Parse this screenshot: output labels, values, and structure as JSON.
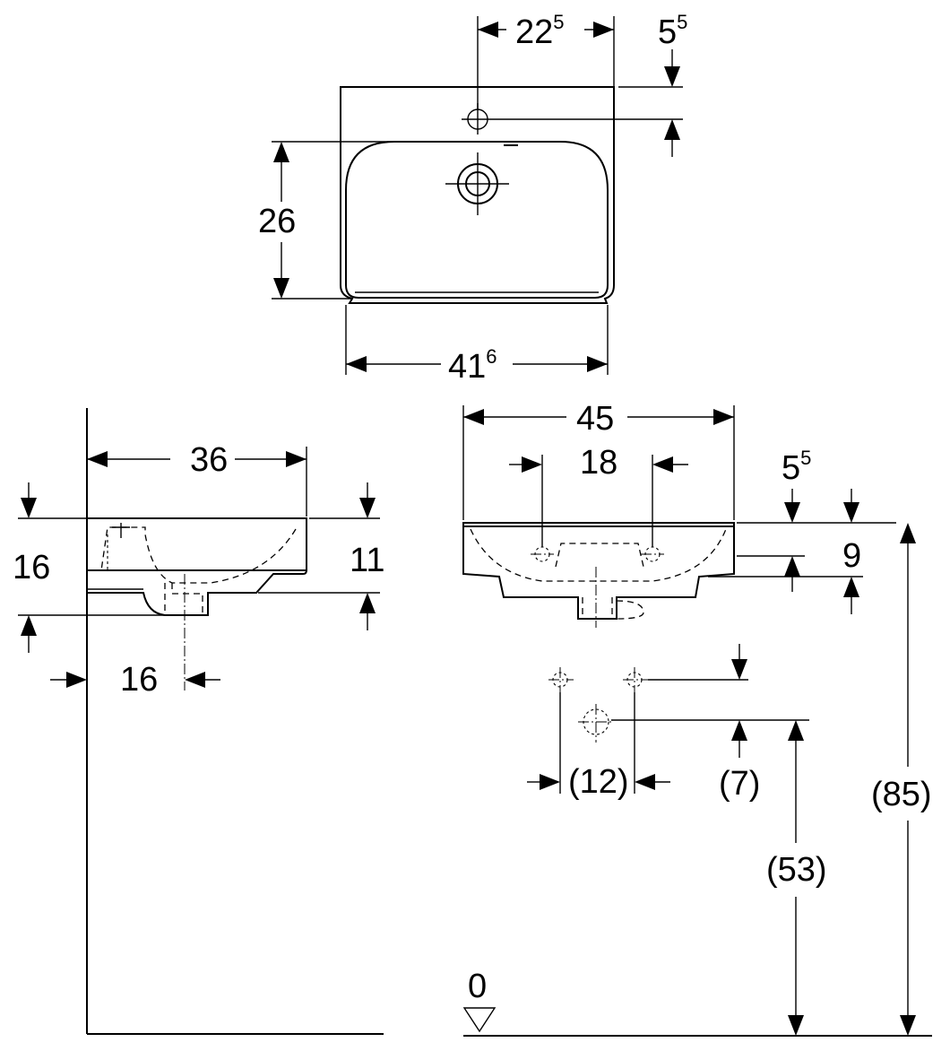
{
  "dimensions": {
    "top_view": {
      "tap_offset": "22",
      "tap_offset_sup": "5",
      "tap_depth": "5",
      "tap_depth_sup": "5",
      "bowl_depth": "26",
      "bowl_width": "41",
      "bowl_width_sup": "6"
    },
    "side_view": {
      "projection": "36",
      "overall_height": "16",
      "bowl_height": "11",
      "waste_offset": "16"
    },
    "front_view": {
      "width": "45",
      "tap_spacing": "18",
      "rim_offset": "5",
      "rim_offset_sup": "5",
      "rim_height": "9",
      "supply_spacing": "(12)",
      "supply_offset": "(7)",
      "waste_height": "(53)",
      "rim_height_floor": "(85)",
      "floor_level": "0"
    }
  }
}
